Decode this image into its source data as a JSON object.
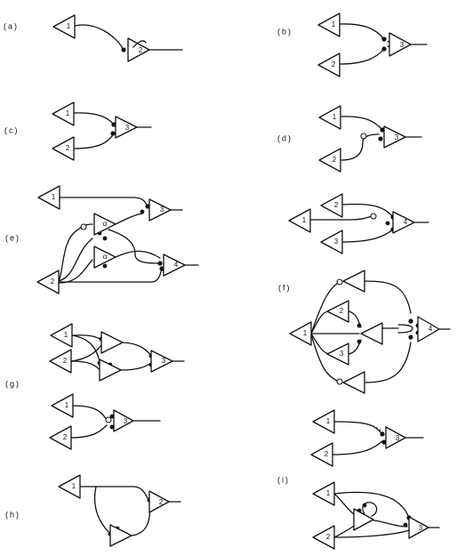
{
  "panels": [
    {
      "id": "a",
      "label": "(a)"
    },
    {
      "id": "b",
      "label": "(b)"
    },
    {
      "id": "c",
      "label": "(c)"
    },
    {
      "id": "d",
      "label": "(d)"
    },
    {
      "id": "e",
      "label": "(e)"
    },
    {
      "id": "f",
      "label": "(f)"
    },
    {
      "id": "g",
      "label": "(g)"
    },
    {
      "id": "h",
      "label": "(h)"
    },
    {
      "id": "i",
      "label": "(i)"
    }
  ],
  "neuron_numbers": {
    "n1": "1",
    "n2": "2",
    "n3": "3",
    "n4": "4"
  },
  "colors": {
    "ink": "#111111",
    "background": "#ffffff"
  }
}
